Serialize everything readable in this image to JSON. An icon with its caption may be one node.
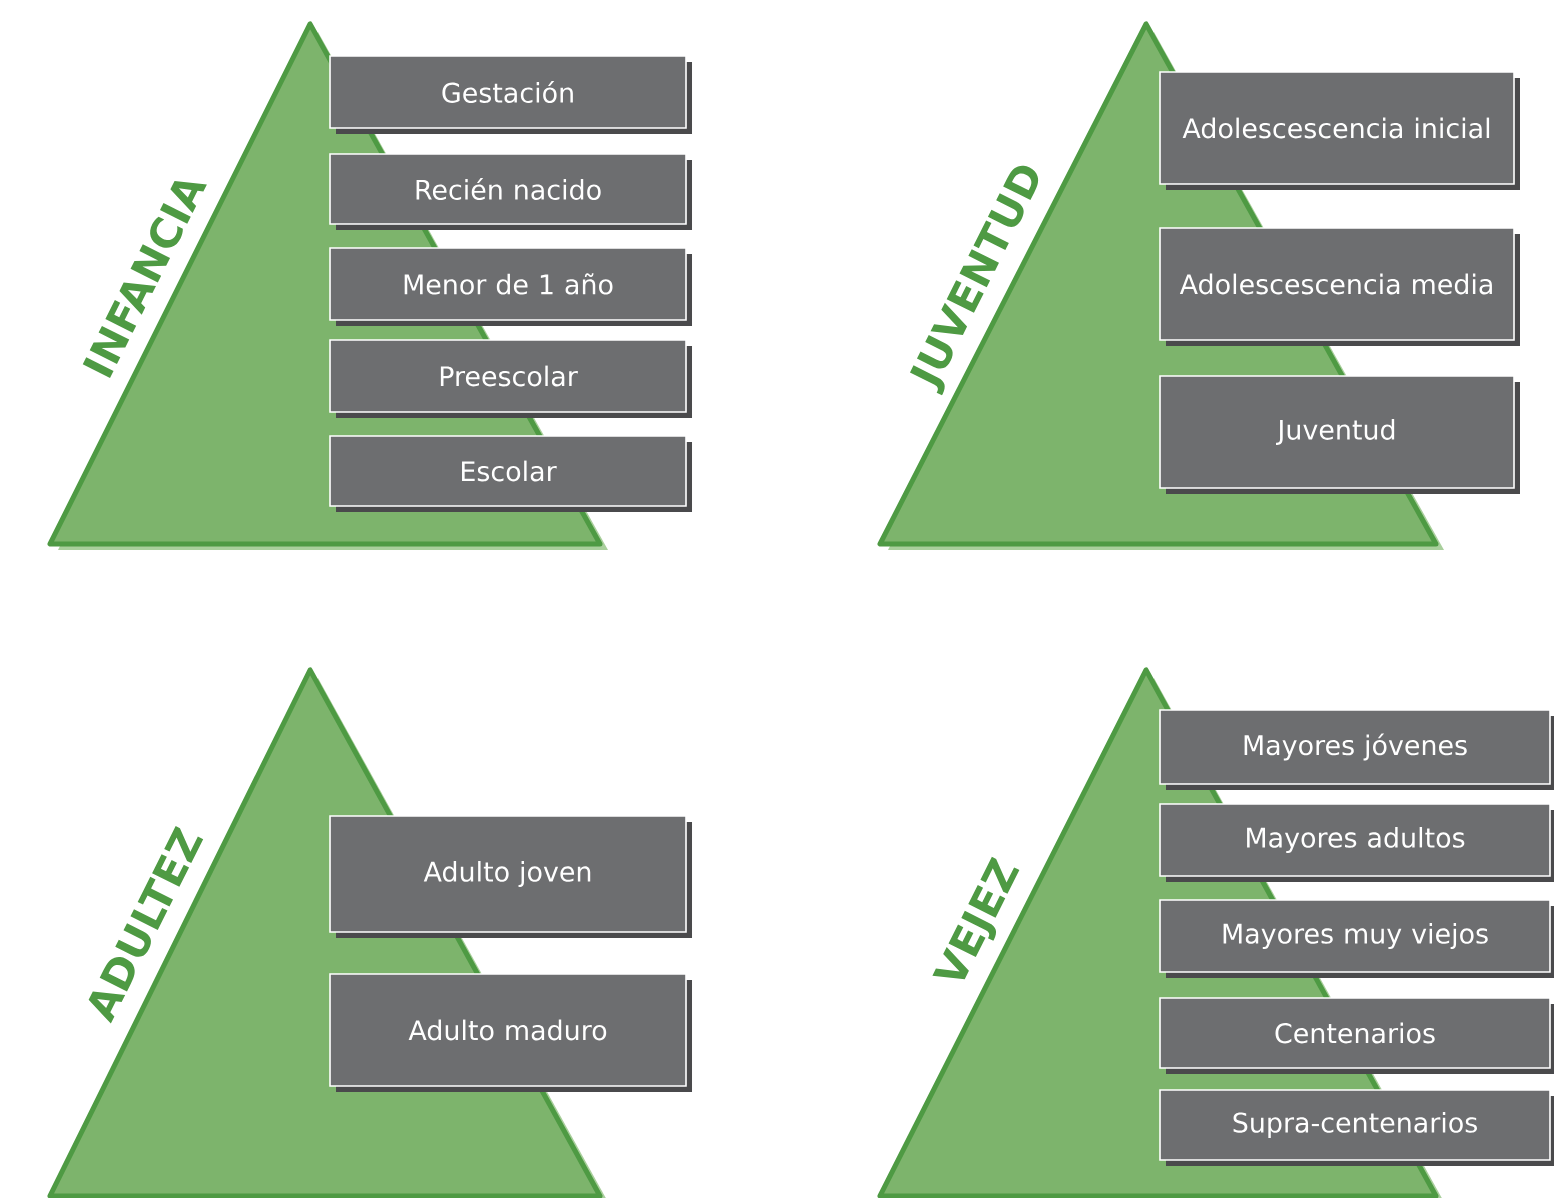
{
  "diagram": {
    "nodes": [
      {
        "text": [
          "INFANCIA"
        ]
      },
      {
        "text": [
          "Gestación"
        ]
      },
      {
        "text": [
          "Recién nacido"
        ]
      },
      {
        "text": [
          "Menor de 1 año"
        ]
      },
      {
        "text": [
          "Preescolar"
        ]
      },
      {
        "text": [
          "Escolar"
        ]
      },
      {
        "text": [
          "JUVENTUD"
        ]
      },
      {
        "text": [
          "Adolescescencia inicial"
        ]
      },
      {
        "text": [
          "Adolescescencia media"
        ]
      },
      {
        "text": [
          "Juventud"
        ]
      },
      {
        "text": [
          "ADULTEZ"
        ]
      },
      {
        "text": [
          "Adulto joven"
        ]
      },
      {
        "text": [
          "Adulto maduro"
        ]
      },
      {
        "text": [
          "VEJEZ"
        ]
      },
      {
        "text": [
          "Mayores jóvenes"
        ]
      },
      {
        "text": [
          "Mayores adultos"
        ]
      },
      {
        "text": [
          "Mayores muy viejos"
        ]
      },
      {
        "text": [
          "Centenarios"
        ]
      },
      {
        "text": [
          "Supra-centenarios"
        ]
      }
    ]
  }
}
